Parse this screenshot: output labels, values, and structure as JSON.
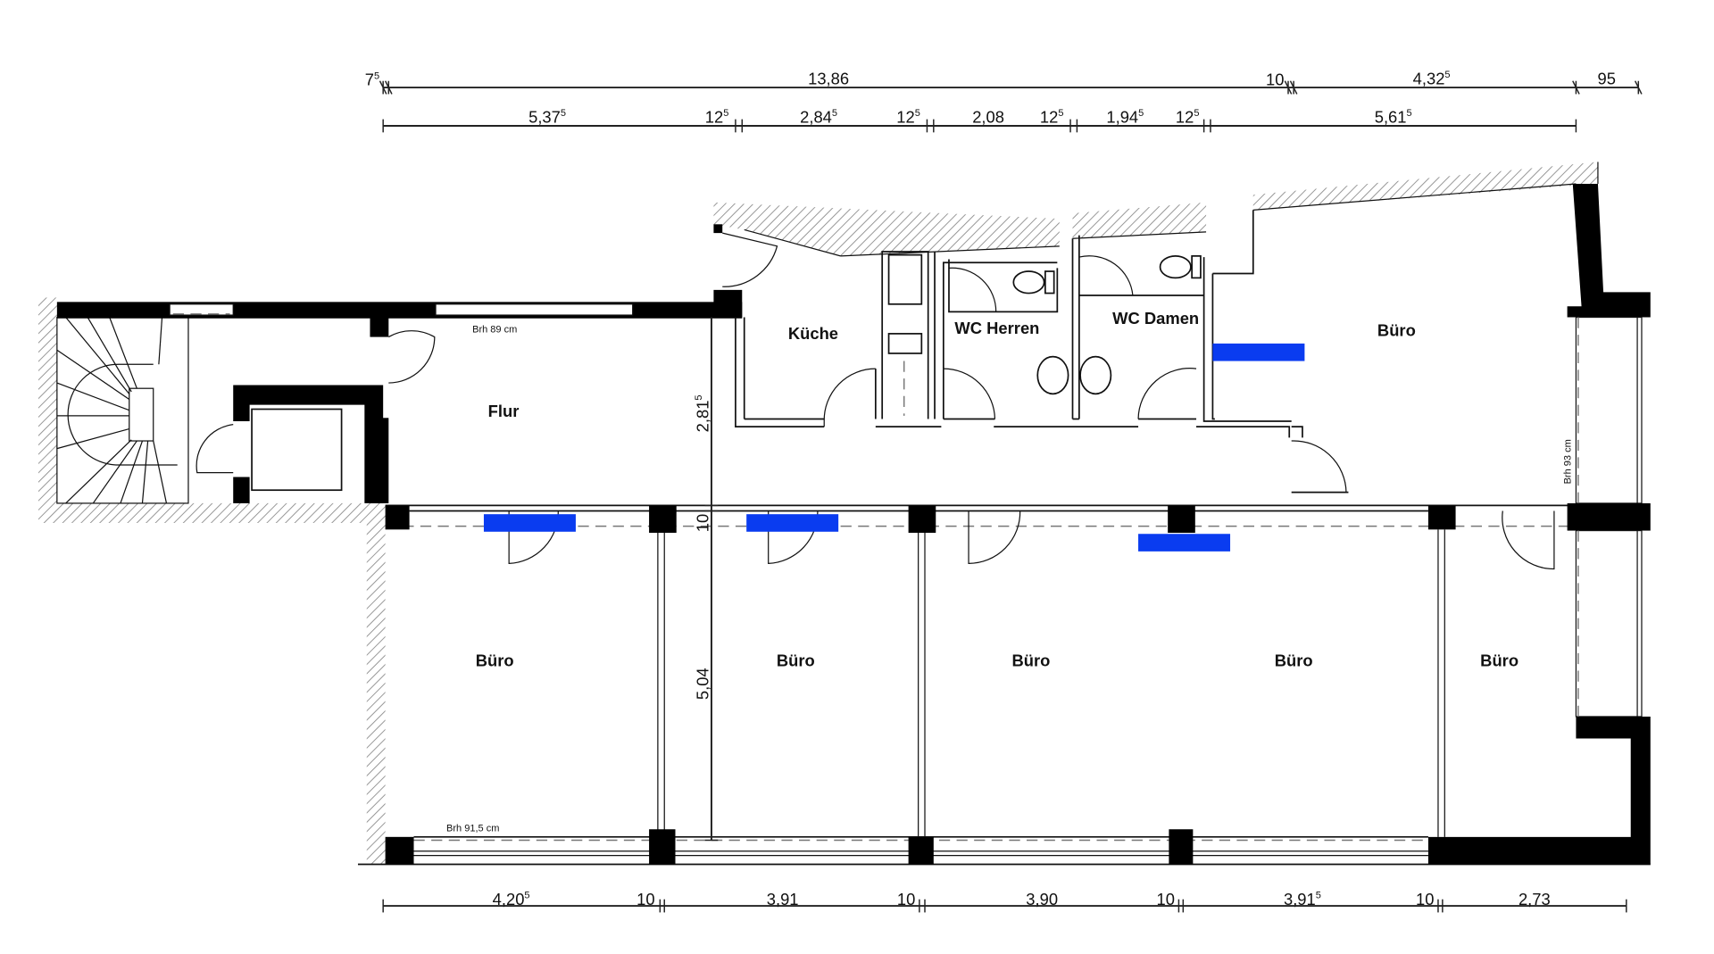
{
  "dimensions": {
    "top_row_1": [
      {
        "main": "7",
        "sup": "5"
      },
      {
        "main": "13,86",
        "sup": ""
      },
      {
        "main": "10",
        "sup": ""
      },
      {
        "main": "4,32",
        "sup": "5"
      },
      {
        "main": "95",
        "sup": ""
      }
    ],
    "top_row_2": [
      {
        "main": "5,37",
        "sup": "5"
      },
      {
        "main": "12",
        "sup": "5"
      },
      {
        "main": "2,84",
        "sup": "5"
      },
      {
        "main": "12",
        "sup": "5"
      },
      {
        "main": "2,08",
        "sup": ""
      },
      {
        "main": "12",
        "sup": "5"
      },
      {
        "main": "1,94",
        "sup": "5"
      },
      {
        "main": "12",
        "sup": "5"
      },
      {
        "main": "5,61",
        "sup": "5"
      }
    ],
    "bottom_row": [
      {
        "main": "4,20",
        "sup": "5"
      },
      {
        "main": "10",
        "sup": ""
      },
      {
        "main": "3,91",
        "sup": ""
      },
      {
        "main": "10",
        "sup": ""
      },
      {
        "main": "3,90",
        "sup": ""
      },
      {
        "main": "10",
        "sup": ""
      },
      {
        "main": "3,91",
        "sup": "5"
      },
      {
        "main": "10",
        "sup": ""
      },
      {
        "main": "2,73",
        "sup": ""
      }
    ],
    "vertical": [
      {
        "main": "2,81",
        "sup": "5"
      },
      {
        "main": "10",
        "sup": ""
      },
      {
        "main": "5,04",
        "sup": ""
      }
    ]
  },
  "rooms": {
    "flur": "Flur",
    "kueche": "Küche",
    "wc_herren": "WC Herren",
    "wc_damen": "WC Damen",
    "buero_top": "Büro",
    "buero_1": "Büro",
    "buero_2": "Büro",
    "buero_3": "Büro",
    "buero_4": "Büro",
    "buero_5": "Büro"
  },
  "notes": {
    "brh_flur": "Brh 89 cm",
    "brh_bottom": "Brh 91,5 cm",
    "brh_right": "Brh 93 cm"
  },
  "colors": {
    "wall": "#000000",
    "radiator": "#0a3cf0",
    "hatch": "#888888"
  }
}
